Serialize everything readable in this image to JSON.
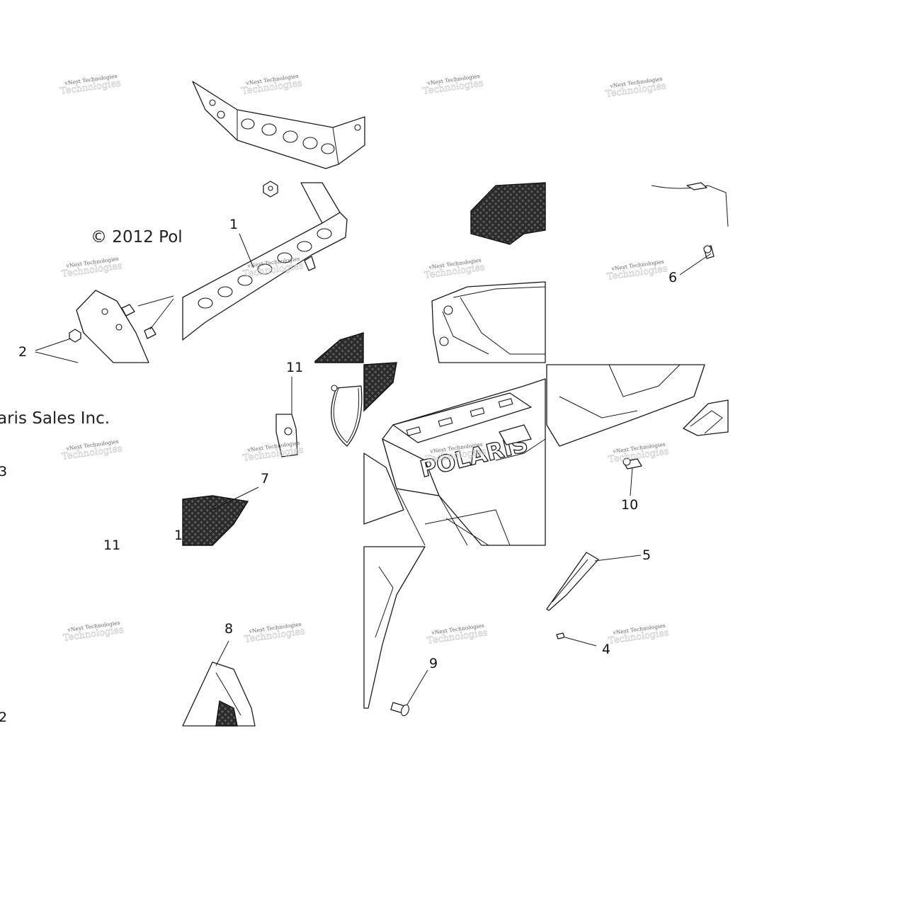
{
  "copyright": {
    "line1": "© 2012 Pol",
    "line2": "aris Sales Inc."
  },
  "brand_text": "POLARIS",
  "watermark": {
    "line1": "vNext Technologies",
    "line2": "Technologies"
  },
  "callouts": [
    "1",
    "2",
    "6",
    "11",
    "7",
    "3",
    "10",
    "5",
    "8",
    "9",
    "4",
    "2",
    "11",
    "1"
  ]
}
